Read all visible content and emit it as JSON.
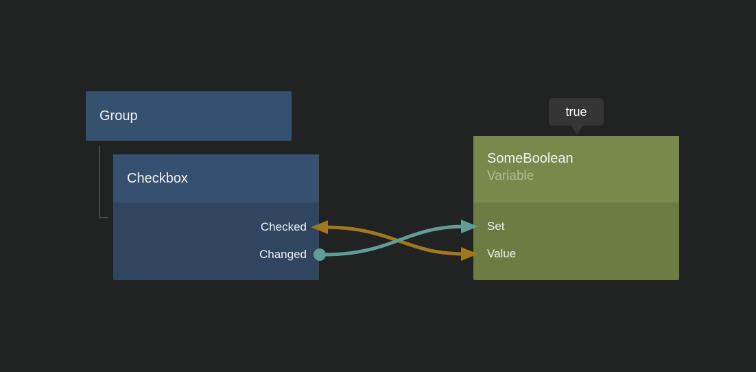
{
  "canvas": {
    "background": "#212222"
  },
  "nodes": {
    "group": {
      "title": "Group",
      "header_color": "#36516f"
    },
    "checkbox": {
      "title": "Checkbox",
      "header_color": "#36516f",
      "body_color": "#2f4560",
      "ports": [
        {
          "label": "Checked",
          "side": "output"
        },
        {
          "label": "Changed",
          "side": "output"
        }
      ]
    },
    "someboolean": {
      "title": "SomeBoolean",
      "subtitle": "Variable",
      "header_color": "#78894b",
      "body_color": "#6d7c43",
      "ports": [
        {
          "label": "Set",
          "side": "input"
        },
        {
          "label": "Value",
          "side": "input"
        }
      ]
    }
  },
  "tooltip": {
    "text": "true",
    "background": "#353535"
  },
  "connections": [
    {
      "from": "SomeBoolean.Value",
      "to": "Checkbox.Checked",
      "color": "#a1781f"
    },
    {
      "from": "Checkbox.Changed",
      "to": "SomeBoolean.Set",
      "color": "#619d97"
    }
  ],
  "tree_connector_color": "#4a4a4a"
}
